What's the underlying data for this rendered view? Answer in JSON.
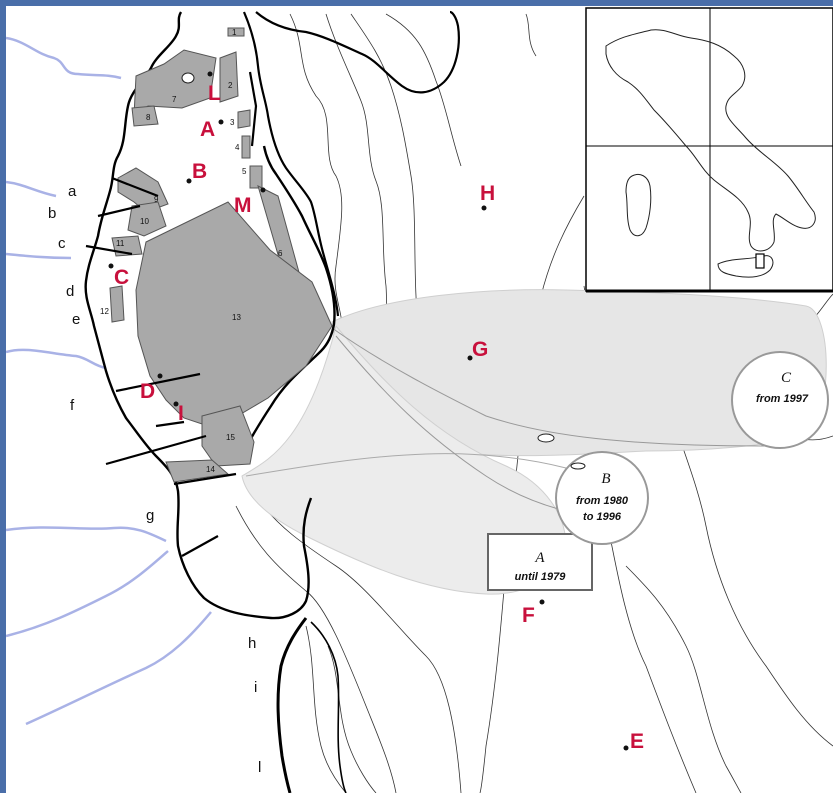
{
  "colors": {
    "frame": "#4a6ea9",
    "label": "#c8103c",
    "zone_fill": "#a9a9a9",
    "river": "#a9b2e6",
    "plume": "#e8e8e8",
    "contour": "#333333"
  },
  "sites": [
    "L",
    "A",
    "B",
    "M",
    "H",
    "C",
    "G",
    "D",
    "I",
    "F",
    "E"
  ],
  "zones": [
    "1",
    "2",
    "3",
    "4",
    "5",
    "6",
    "7",
    "8",
    "9",
    "10",
    "11",
    "12",
    "13",
    "14",
    "15"
  ],
  "coast_points": [
    "a",
    "b",
    "c",
    "d",
    "e",
    "f",
    "g",
    "h",
    "i",
    "l"
  ],
  "discharge_stages": [
    {
      "letter": "A",
      "period": "until 1979"
    },
    {
      "letter": "B",
      "period_line1": "from 1980",
      "period_line2": "to 1996"
    },
    {
      "letter": "C",
      "period": "from 1997"
    }
  ]
}
